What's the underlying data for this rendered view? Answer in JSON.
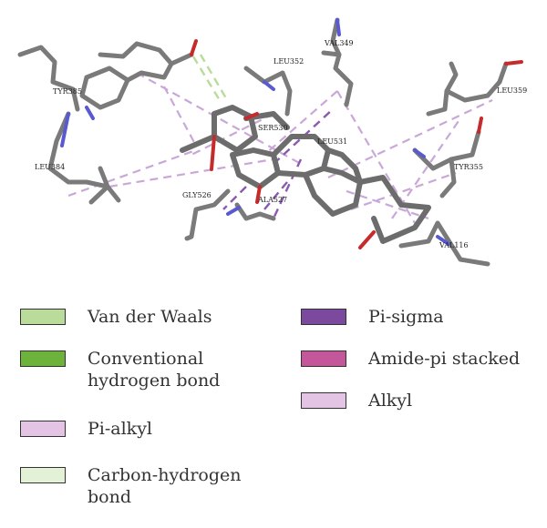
{
  "residue_labels": [
    {
      "id": "tyr385",
      "text": "TYR385"
    },
    {
      "id": "leu384",
      "text": "LEU384"
    },
    {
      "id": "leu352",
      "text": "LEU352"
    },
    {
      "id": "val349",
      "text": "VAL349"
    },
    {
      "id": "ser530",
      "text": "SER530"
    },
    {
      "id": "leu531",
      "text": "LEU531"
    },
    {
      "id": "leu359",
      "text": "LEU359"
    },
    {
      "id": "tyr355",
      "text": "TYR355"
    },
    {
      "id": "gly526",
      "text": "GLY526"
    },
    {
      "id": "ala527",
      "text": "ALA527"
    },
    {
      "id": "val116",
      "text": "VAL116"
    }
  ],
  "legend": {
    "left": [
      {
        "label": "Van der Waals",
        "color": "#b9dc9a"
      },
      {
        "label": "Conventional\nhydrogen bond",
        "color": "#6cb23b"
      },
      {
        "label": "Pi-alkyl",
        "color": "#e3c4e5"
      },
      {
        "label": "Carbon-hydrogen\nbond",
        "color": "#e3f1d6"
      }
    ],
    "right": [
      {
        "label": "Pi-sigma",
        "color": "#7b4a9e"
      },
      {
        "label": "Amide-pi stacked",
        "color": "#c4569b"
      },
      {
        "label": "Alkyl",
        "color": "#e3c4e5"
      }
    ]
  }
}
